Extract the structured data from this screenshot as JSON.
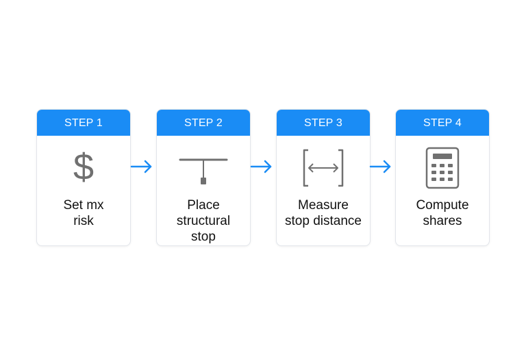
{
  "colors": {
    "accent": "#1a8cf5",
    "icon": "#707070",
    "border": "#e2e5ea",
    "text": "#111111"
  },
  "steps": [
    {
      "header": "STEP 1",
      "label_lines": [
        "Set mx",
        "risk"
      ],
      "icon": "dollar-icon"
    },
    {
      "header": "STEP 2",
      "label_lines": [
        "Place",
        "structural",
        "stop"
      ],
      "icon": "structural-stop-icon"
    },
    {
      "header": "STEP 3",
      "label_lines": [
        "Measure",
        "stop distance"
      ],
      "icon": "measure-distance-icon"
    },
    {
      "header": "STEP 4",
      "label_lines": [
        "Compute",
        "shares"
      ],
      "icon": "calculator-icon"
    }
  ],
  "connectors": [
    {
      "from": "STEP 1",
      "to": "STEP 2",
      "icon": "arrow-right-icon"
    },
    {
      "from": "STEP 2",
      "to": "STEP 3",
      "icon": "arrow-right-icon"
    },
    {
      "from": "STEP 3",
      "to": "STEP 4",
      "icon": "arrow-right-icon"
    }
  ]
}
